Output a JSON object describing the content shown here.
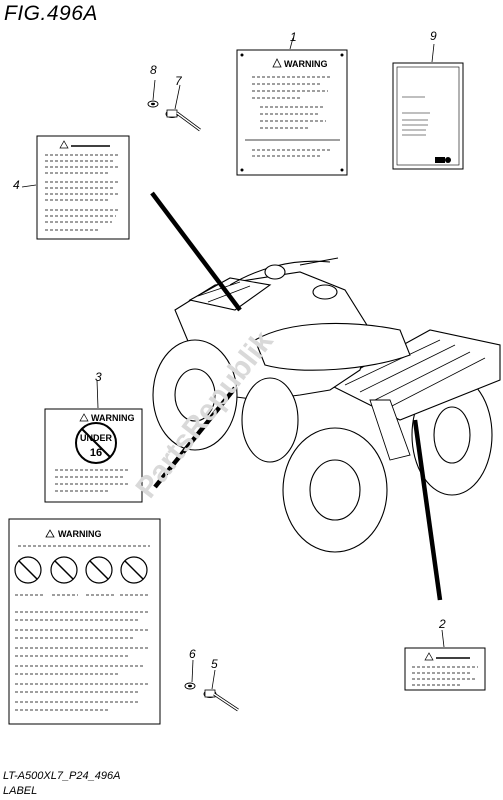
{
  "figure": {
    "title": "FIG.496A",
    "code": "LT-A500XL7_P24_496A",
    "name": "LABEL"
  },
  "callouts": [
    "1",
    "2",
    "3",
    "4",
    "5",
    "6",
    "7",
    "8",
    "9"
  ],
  "labels": {
    "warning": "WARNING",
    "under_age": "UNDER",
    "under_age_number": "16"
  },
  "watermark": "PartsRepublik"
}
